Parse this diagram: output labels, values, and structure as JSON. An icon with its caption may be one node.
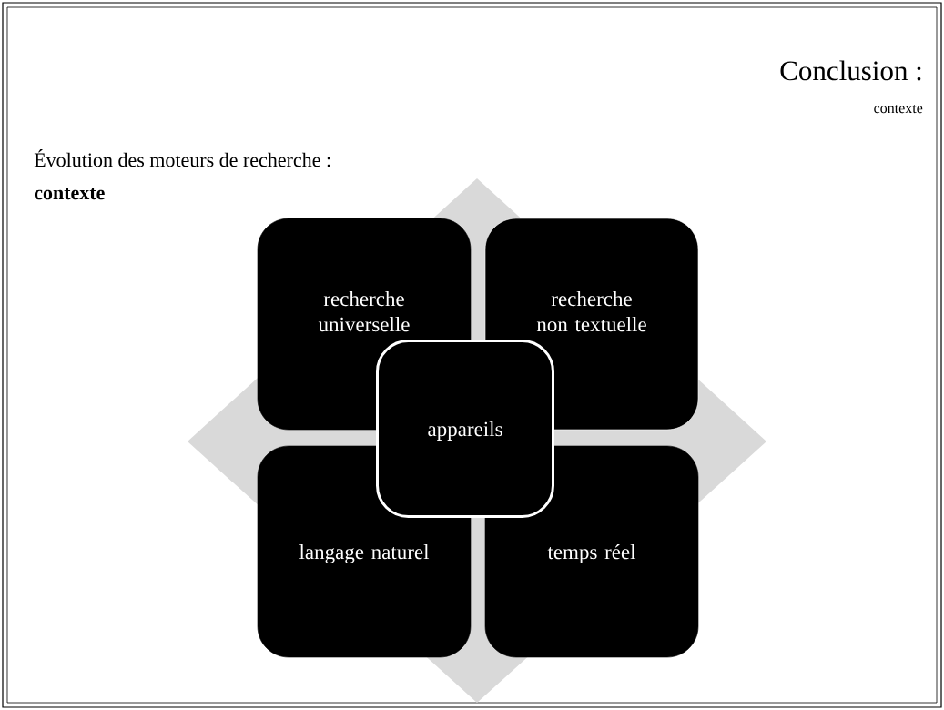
{
  "diagram": {
    "title": "Conclusion :",
    "nodes": [
      {
        "text": [
          "recherche universelle"
        ]
      },
      {
        "text": [
          "recherche non textuelle"
        ]
      },
      {
        "text": [
          "appareils"
        ]
      },
      {
        "text": [
          "langage naturel"
        ]
      },
      {
        "text": [
          "temps réel"
        ]
      }
    ],
    "labels": [
      "contexte",
      "Évolution des moteurs de recherche :",
      "contexte"
    ]
  }
}
